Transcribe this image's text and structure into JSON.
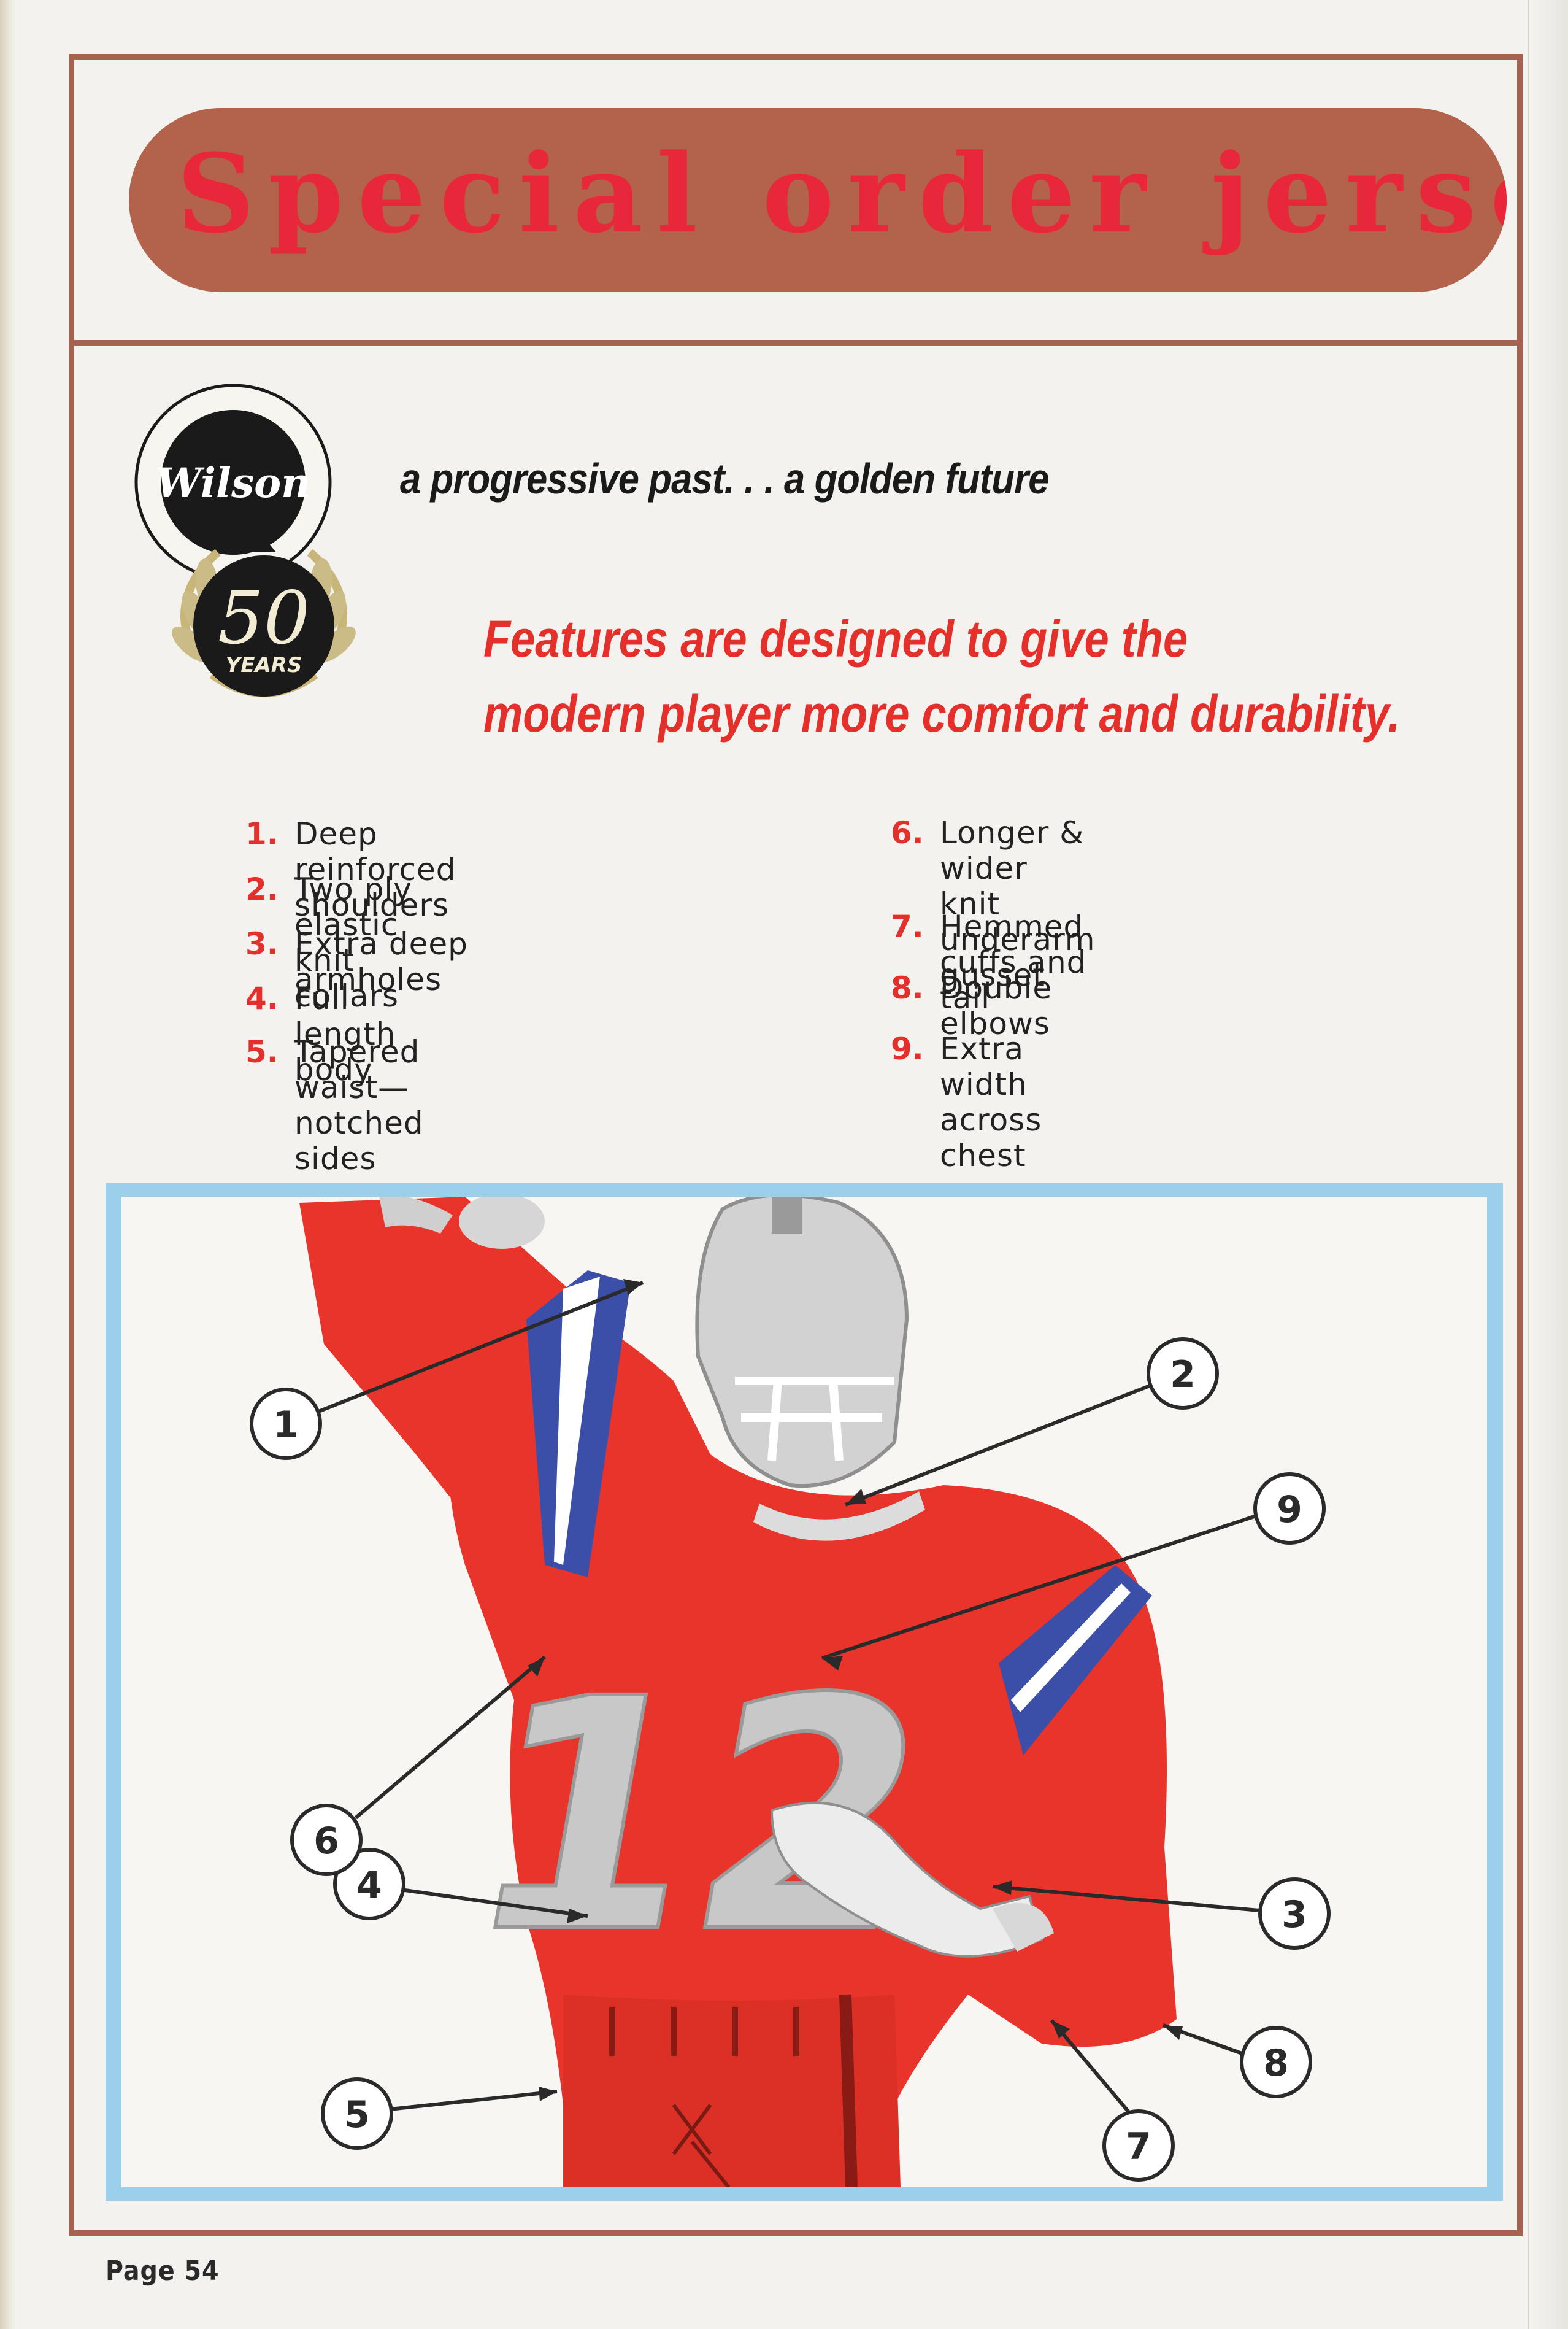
{
  "header": {
    "title": "Special order jerseys"
  },
  "brand": {
    "logo_text": "Wilson",
    "anniversary_number": "50",
    "anniversary_label": "YEARS"
  },
  "tagline": "a progressive past. . . a golden future",
  "headline": {
    "line1": "Features are designed to give the",
    "line2": "modern player more comfort and durability."
  },
  "features": [
    {
      "number": "1.",
      "text": "Deep reinforced shoulders"
    },
    {
      "number": "2.",
      "text": "Two ply elastic knit collars"
    },
    {
      "number": "3.",
      "text": "Extra deep armholes"
    },
    {
      "number": "4.",
      "text": "Full length body"
    },
    {
      "number": "5.",
      "text": "Tapered waist—notched sides"
    },
    {
      "number": "6.",
      "text": "Longer & wider\nknit underarm gusset"
    },
    {
      "number": "7.",
      "text": "Hemmed cuffs and tail"
    },
    {
      "number": "8.",
      "text": "Double elbows"
    },
    {
      "number": "9.",
      "text": "Extra width across chest"
    }
  ],
  "illustration": {
    "jersey_number": "12",
    "callouts": [
      "1",
      "2",
      "3",
      "4",
      "5",
      "6",
      "7",
      "8",
      "9"
    ]
  },
  "footer": {
    "page_label": "Page 54"
  },
  "colors": {
    "header_band": "#b3634c",
    "title_red": "#e8283a",
    "accent_red": "#e42f2a",
    "frame_brown": "#a5634f",
    "illustration_border": "#9cd0ea",
    "jersey_red": "#e8342a",
    "stripe_blue": "#3b4fa8"
  }
}
